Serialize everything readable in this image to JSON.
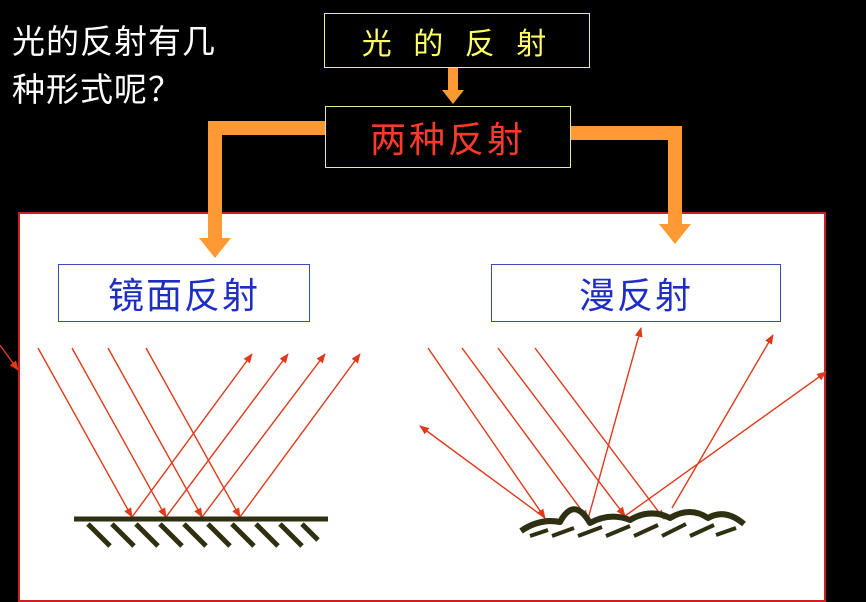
{
  "question": {
    "line1": "光的反射有几",
    "line2": "种形式呢？"
  },
  "top_box": {
    "label": "光 的 反 射"
  },
  "middle_box": {
    "label": "两种反射"
  },
  "left_type": {
    "label": "镜面反射"
  },
  "right_type": {
    "label": "漫反射"
  },
  "colors": {
    "background": "#000000",
    "arrow": "#ff9933",
    "ray": "#e03a1a",
    "surface": "#2f2f12",
    "panel_border": "#cc1f1f",
    "label_text": "#1f2ec2",
    "title_text": "#ffff66",
    "middle_text": "#ff3a2a"
  },
  "icons": [
    "down-arrow-icon",
    "elbow-arrow-icon",
    "light-ray-icon",
    "mirror-surface-icon",
    "rough-surface-icon"
  ]
}
